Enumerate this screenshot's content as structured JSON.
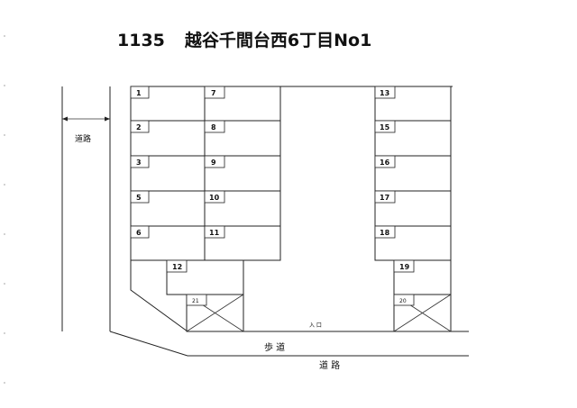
{
  "title": {
    "code": "1135",
    "name": "越谷千間台西6丁目No1"
  },
  "labels": {
    "road_left": "道路",
    "entrance": "入 口",
    "sidewalk": "歩 道",
    "road_bottom": "道 路"
  },
  "spaces": {
    "s1": "1",
    "s2": "2",
    "s3": "3",
    "s5": "5",
    "s6": "6",
    "s7": "7",
    "s8": "8",
    "s9": "9",
    "s10": "10",
    "s11": "11",
    "s12": "12",
    "s13": "13",
    "s15": "15",
    "s16": "16",
    "s17": "17",
    "s18": "18",
    "s19": "19",
    "s20": "20",
    "s21": "21"
  }
}
